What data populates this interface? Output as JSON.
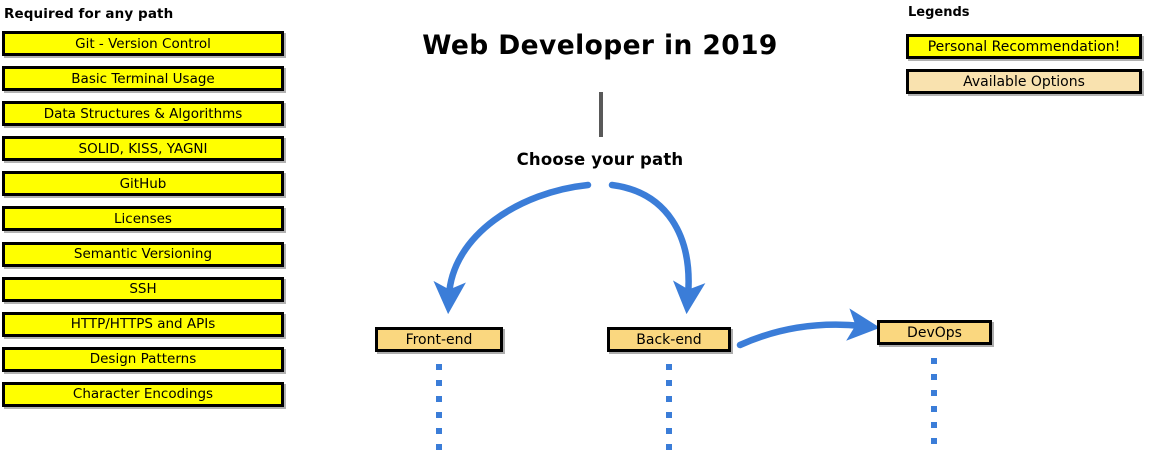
{
  "colors": {
    "recommended_fill": "#FFFF00",
    "option_fill": "#FAD77F",
    "legend_option_fill": "#F9E2AF",
    "arrow_blue": "#3B7DD8",
    "trunk_gray": "#595959",
    "border_black": "#000000",
    "background": "#FFFFFF"
  },
  "required": {
    "heading": "Required for any path",
    "items": [
      {
        "label": "Git - Version Control"
      },
      {
        "label": "Basic Terminal Usage"
      },
      {
        "label": "Data Structures & Algorithms"
      },
      {
        "label": "SOLID, KISS, YAGNI"
      },
      {
        "label": "GitHub"
      },
      {
        "label": "Licenses"
      },
      {
        "label": "Semantic Versioning"
      },
      {
        "label": "SSH"
      },
      {
        "label": "HTTP/HTTPS and APIs"
      },
      {
        "label": "Design Patterns"
      },
      {
        "label": "Character Encodings"
      }
    ]
  },
  "center": {
    "title": "Web Developer in 2019",
    "choose_label": "Choose your path",
    "paths": [
      {
        "label": "Front-end"
      },
      {
        "label": "Back-end"
      },
      {
        "label": "DevOps"
      }
    ]
  },
  "legends": {
    "heading": "Legends",
    "items": [
      {
        "label": "Personal Recommendation!"
      },
      {
        "label": "Available Options"
      }
    ]
  }
}
